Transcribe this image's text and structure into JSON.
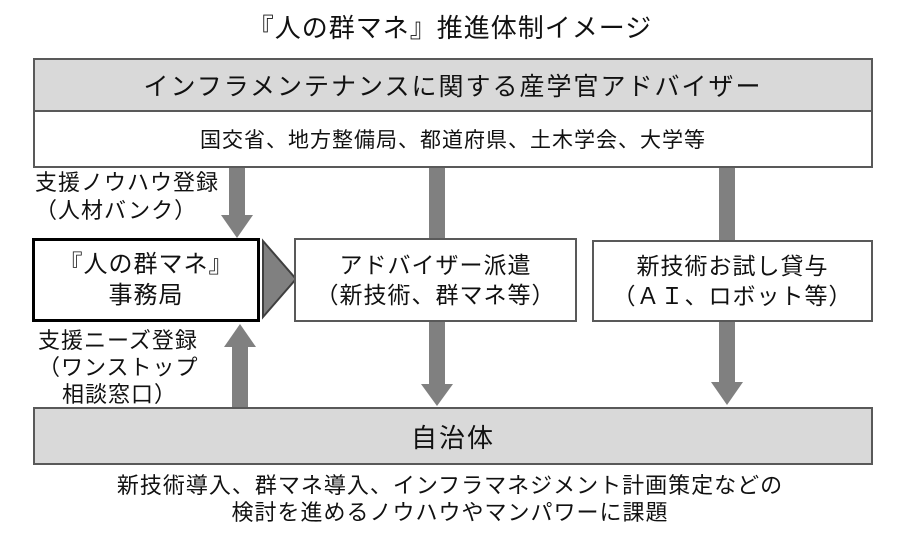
{
  "title": "『人の群マネ』推進体制イメージ",
  "colors": {
    "box_fill_gray": "#d9d9d9",
    "box_border": "#595959",
    "arrow_gray": "#808080",
    "triangle_border": "#3f3f3f",
    "bold_border": "#000000",
    "text": "#111111"
  },
  "advisor_panel": {
    "header": "インフラメンテナンスに関する産学官アドバイザー",
    "members": "国交省、地方整備局、都道府県、土木学会、大学等"
  },
  "side_labels": {
    "knowhow": {
      "line1": "支援ノウハウ登録",
      "line2": "（人材バンク）"
    },
    "needs": {
      "line1": "支援ニーズ登録",
      "line2": "（ワンストップ",
      "line3": "相談窓口）"
    }
  },
  "office_box": {
    "line1": "『人の群マネ』",
    "line2": "事務局"
  },
  "advisor_dispatch_box": {
    "line1": "アドバイザー派遣",
    "line2": "（新技術、群マネ等）"
  },
  "tech_trial_box": {
    "line1": "新技術お試し貸与",
    "line2": "（ＡＩ、ロボット等）"
  },
  "municipality_box": {
    "label": "自治体"
  },
  "footnote": {
    "line1": "新技術導入、群マネ導入、インフラマネジメント計画策定などの",
    "line2": "検討を進めるノウハウやマンパワーに課題"
  }
}
